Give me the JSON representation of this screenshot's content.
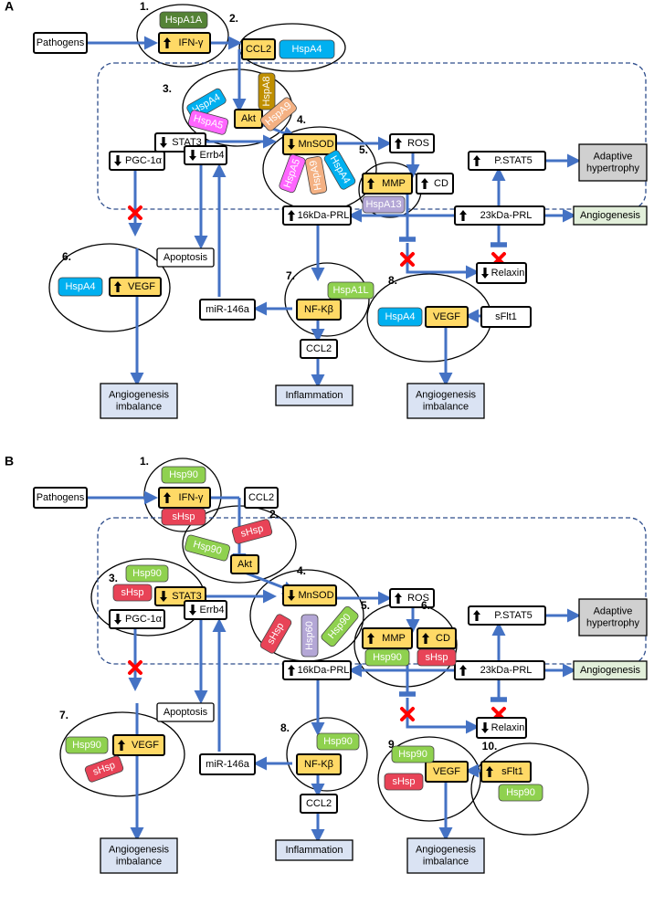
{
  "panelA": {
    "label": "A",
    "steps": [
      "1.",
      "2.",
      "3.",
      "4.",
      "5.",
      "6.",
      "7.",
      "8."
    ],
    "nodes": {
      "pathogens": "Pathogens",
      "ifng": "IFN-γ",
      "ccl2Top": "CCL2",
      "akt": "Akt",
      "stat3": "STAT3",
      "pgc": "PGC-1α",
      "mnsod": "MnSOD",
      "ros": "ROS",
      "errb4": "Errb4",
      "mmp": "MMP",
      "cd": "CD",
      "pstat5": "P.STAT5",
      "adaptive": [
        "Adaptive",
        "hypertrophy"
      ],
      "prl16": "16kDa-PRL",
      "prl23": "23kDa-PRL",
      "angiogenesis": "Angiogenesis",
      "apoptosis": "Apoptosis",
      "relaxin": "Relaxin",
      "vegfLeft": "VEGF",
      "mir": "miR-146a",
      "nfk": "NF-Kβ",
      "ccl2Bottom": "CCL2",
      "vegfRight": "VEGF",
      "sflt1": "sFlt1",
      "imbalanceLeft": [
        "Angiogenesis",
        "imbalance"
      ],
      "inflammation": "Inflammation",
      "imbalanceRight": [
        "Angiogenesis",
        "imbalance"
      ]
    },
    "chaperones": {
      "hspa1a": "HspA1A",
      "hspa4_2": "HspA4",
      "hspa8": "HspA8",
      "hspa9_3": "HspA9",
      "hspa4_3": "HspA4",
      "hspa5_3": "HspA5",
      "hspa5_4": "HspA5",
      "hspa9_4": "HspA9",
      "hspa4_4": "HspA4",
      "hspa13": "HspA13",
      "hspa4_6": "HspA4",
      "hspa1l": "HspA1L",
      "hspa4_8": "HspA4"
    }
  },
  "panelB": {
    "label": "B",
    "steps": [
      "1.",
      "2.",
      "3.",
      "4.",
      "5.",
      "6.",
      "7.",
      "8.",
      "9.",
      "10."
    ],
    "nodes": {
      "pathogens": "Pathogens",
      "ifng": "IFN-γ",
      "ccl2Top": "CCL2",
      "akt": "Akt",
      "stat3": "STAT3",
      "pgc": "PGC-1α",
      "mnsod": "MnSOD",
      "ros": "ROS",
      "errb4": "Errb4",
      "mmp": "MMP",
      "cd": "CD",
      "pstat5": "P.STAT5",
      "adaptive": [
        "Adaptive",
        "hypertrophy"
      ],
      "prl16": "16kDa-PRL",
      "prl23": "23kDa-PRL",
      "angiogenesis": "Angiogenesis",
      "apoptosis": "Apoptosis",
      "relaxin": "Relaxin",
      "vegfLeft": "VEGF",
      "mir": "miR-146a",
      "nfk": "NF-Kβ",
      "ccl2Bottom": "CCL2",
      "vegfRight": "VEGF",
      "sflt1": "sFlt1",
      "imbalanceLeft": [
        "Angiogenesis",
        "imbalance"
      ],
      "inflammation": "Inflammation",
      "imbalanceRight": [
        "Angiogenesis",
        "imbalance"
      ]
    },
    "chaperones": {
      "hsp90_1": "Hsp90",
      "shsp_1": "sHsp",
      "shsp_2": "sHsp",
      "hsp90_2": "Hsp90",
      "hsp90_3": "Hsp90",
      "shsp_3": "sHsp",
      "shsp_4": "sHsp",
      "hsp60_4": "Hsp60",
      "hsp90_4": "Hsp90",
      "hsp90_5": "Hsp90",
      "shsp_6": "sHsp",
      "hsp90_7": "Hsp90",
      "shsp_7": "sHsp",
      "hsp90_8": "Hsp90",
      "hsp90_9": "Hsp90",
      "shsp_9": "sHsp",
      "hsp90_10": "Hsp90"
    }
  },
  "colors": {
    "arrow": "#4472c4",
    "yellow": "#ffd966",
    "darkGreen": "#548235",
    "cyan": "#00b0f0",
    "olive": "#bf8f00",
    "peach": "#f4b183",
    "magenta": "#ff66ff",
    "lavender": "#b4a7d6",
    "lightGreen": "#8fd14f",
    "red": "#e84357",
    "blueGray": "#dae3f3",
    "gray": "#d0d0d0",
    "lightGreenBox": "#e2efda",
    "cross": "#ff0000"
  }
}
